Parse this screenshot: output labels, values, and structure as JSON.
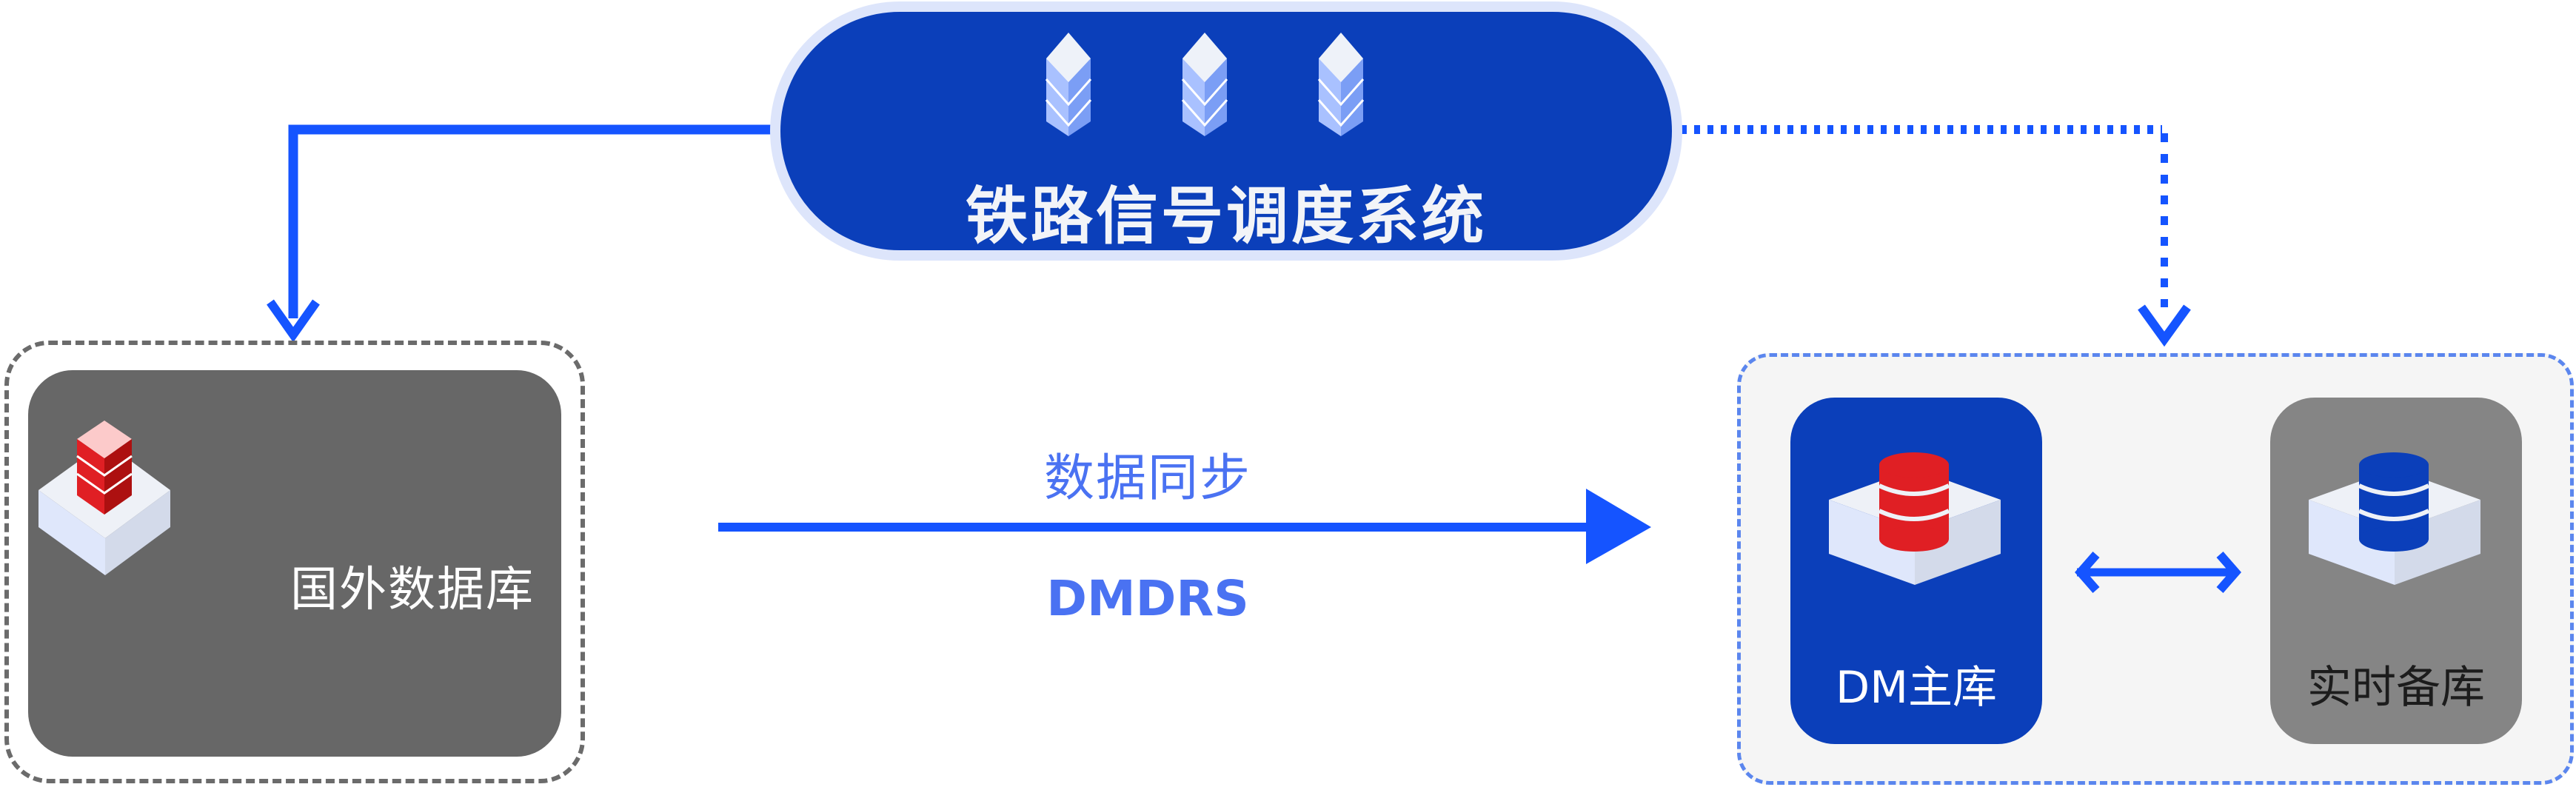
{
  "diagram": {
    "source_system": {
      "title": "铁路信号调度系统",
      "icon": "server-stack-icon",
      "icon_count": 3
    },
    "foreign_db": {
      "label": "国外数据库",
      "icon": "database-cube-icon"
    },
    "sync": {
      "label": "数据同步",
      "tool": "DMDRS"
    },
    "dm_primary": {
      "label": "DM主库",
      "icon": "database-cylinder-icon"
    },
    "standby": {
      "label": "实时备库",
      "icon": "database-cylinder-icon"
    },
    "connectors": [
      {
        "from": "铁路信号调度系统",
        "to": "国外数据库",
        "style": "solid"
      },
      {
        "from": "铁路信号调度系统",
        "to": "DM主库",
        "style": "dotted"
      },
      {
        "from": "国外数据库",
        "to": "DM主库",
        "style": "solid",
        "label": "数据同步"
      },
      {
        "from": "DM主库",
        "to": "实时备库",
        "style": "bidirectional"
      }
    ],
    "colors": {
      "primary_blue": "#0b3fba",
      "accent_blue": "#1554ff",
      "label_blue": "#4a72f2",
      "grey_card": "#676767",
      "standby_card": "#858585",
      "db_red": "#e01f24",
      "db_blue": "#0b3fba"
    }
  }
}
